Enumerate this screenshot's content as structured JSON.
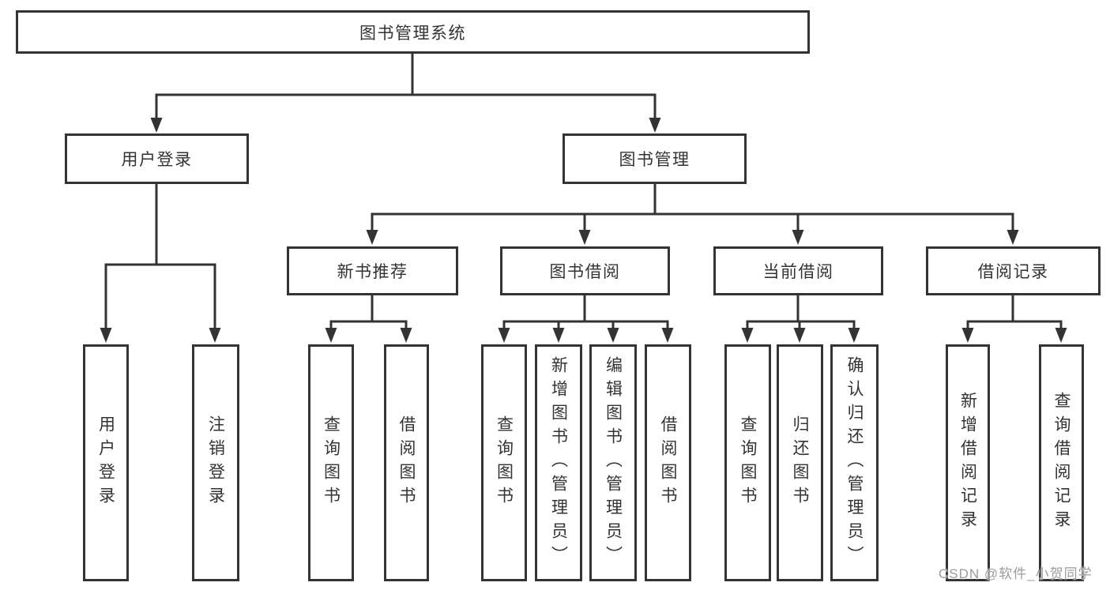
{
  "colors": {
    "line": "#333333",
    "text": "#333333",
    "background": "#ffffff",
    "watermark": "#9c9c9c"
  },
  "watermark": {
    "text": "CSDN @软件_小贺同学"
  },
  "tree": {
    "root": "图书管理系统",
    "children": [
      {
        "label": "用户登录",
        "children": [
          "用户登录",
          "注销登录"
        ]
      },
      {
        "label": "图书管理",
        "children": [
          {
            "label": "新书推荐",
            "children": [
              "查询图书",
              "借阅图书"
            ]
          },
          {
            "label": "图书借阅",
            "children": [
              "查询图书",
              "新增图书（管理员）",
              "编辑图书（管理员）",
              "借阅图书"
            ]
          },
          {
            "label": "当前借阅",
            "children": [
              "查询图书",
              "归还图书",
              "确认归还（管理员）"
            ]
          },
          {
            "label": "借阅记录",
            "children": [
              "新增借阅记录",
              "查询借阅记录"
            ]
          }
        ]
      }
    ]
  }
}
